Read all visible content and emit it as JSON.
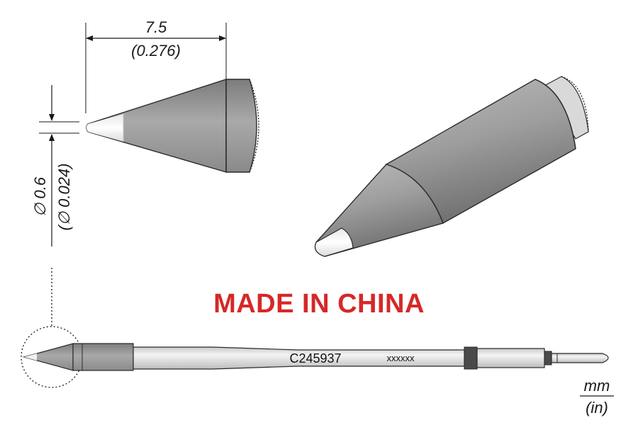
{
  "dimensions": {
    "length_mm": "7.5",
    "length_in": "(0.276)",
    "diameter_mm": "∅ 0.6",
    "diameter_in": "(∅ 0.024)"
  },
  "banner": {
    "text": "MADE IN CHINA",
    "color": "#d62828"
  },
  "tip": {
    "part_number": "C245937",
    "batch_code": "xxxxxx"
  },
  "units": {
    "metric": "mm",
    "imperial": "(in)"
  }
}
